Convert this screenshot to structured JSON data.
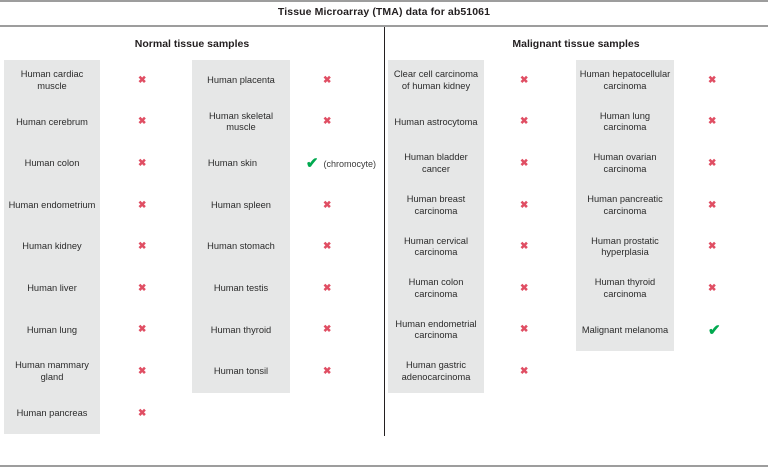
{
  "title": "Tissue Microarray (TMA) data for ab51061",
  "sections": {
    "normal_label": "Normal tissue samples",
    "malignant_label": "Malignant tissue samples"
  },
  "glyphs": {
    "negative": "✖",
    "positive": "✔"
  },
  "colors": {
    "negative": "#e04e63",
    "positive": "#00a94f",
    "band": "#e6e7e7",
    "rule": "#9d9d9d",
    "text": "#231f20"
  },
  "columns": [
    {
      "id": "normal-col-1",
      "rows": [
        {
          "name": "Human cardiac muscle",
          "result": "negative",
          "note": ""
        },
        {
          "name": "Human cerebrum",
          "result": "negative",
          "note": ""
        },
        {
          "name": "Human colon",
          "result": "negative",
          "note": ""
        },
        {
          "name": "Human endometrium",
          "result": "negative",
          "note": ""
        },
        {
          "name": "Human kidney",
          "result": "negative",
          "note": ""
        },
        {
          "name": "Human liver",
          "result": "negative",
          "note": ""
        },
        {
          "name": "Human lung",
          "result": "negative",
          "note": ""
        },
        {
          "name": "Human mammary gland",
          "result": "negative",
          "note": ""
        },
        {
          "name": "Human pancreas",
          "result": "negative",
          "note": ""
        }
      ]
    },
    {
      "id": "normal-col-2",
      "rows": [
        {
          "name": "Human placenta",
          "result": "negative",
          "note": ""
        },
        {
          "name": "Human skeletal muscle",
          "result": "negative",
          "note": ""
        },
        {
          "name": "Human skin",
          "result": "positive",
          "note": "(chromocyte)"
        },
        {
          "name": "Human spleen",
          "result": "negative",
          "note": ""
        },
        {
          "name": "Human stomach",
          "result": "negative",
          "note": ""
        },
        {
          "name": "Human testis",
          "result": "negative",
          "note": ""
        },
        {
          "name": "Human thyroid",
          "result": "negative",
          "note": ""
        },
        {
          "name": "Human tonsil",
          "result": "negative",
          "note": ""
        }
      ]
    },
    {
      "id": "malignant-col-1",
      "rows": [
        {
          "name": "Clear cell carcinoma of human kidney",
          "result": "negative",
          "note": ""
        },
        {
          "name": "Human astrocytoma",
          "result": "negative",
          "note": ""
        },
        {
          "name": "Human bladder cancer",
          "result": "negative",
          "note": ""
        },
        {
          "name": "Human breast carcinoma",
          "result": "negative",
          "note": ""
        },
        {
          "name": "Human cervical carcinoma",
          "result": "negative",
          "note": ""
        },
        {
          "name": "Human colon carcinoma",
          "result": "negative",
          "note": ""
        },
        {
          "name": "Human endometrial carcinoma",
          "result": "negative",
          "note": ""
        },
        {
          "name": "Human gastric adenocarcinoma",
          "result": "negative",
          "note": ""
        }
      ]
    },
    {
      "id": "malignant-col-2",
      "rows": [
        {
          "name": "Human hepatocellular carcinoma",
          "result": "negative",
          "note": ""
        },
        {
          "name": "Human lung carcinoma",
          "result": "negative",
          "note": ""
        },
        {
          "name": "Human ovarian carcinoma",
          "result": "negative",
          "note": ""
        },
        {
          "name": "Human pancreatic carcinoma",
          "result": "negative",
          "note": ""
        },
        {
          "name": "Human prostatic hyperplasia",
          "result": "negative",
          "note": ""
        },
        {
          "name": "Human thyroid carcinoma",
          "result": "negative",
          "note": ""
        },
        {
          "name": "Malignant melanoma",
          "result": "positive",
          "note": ""
        }
      ]
    }
  ]
}
